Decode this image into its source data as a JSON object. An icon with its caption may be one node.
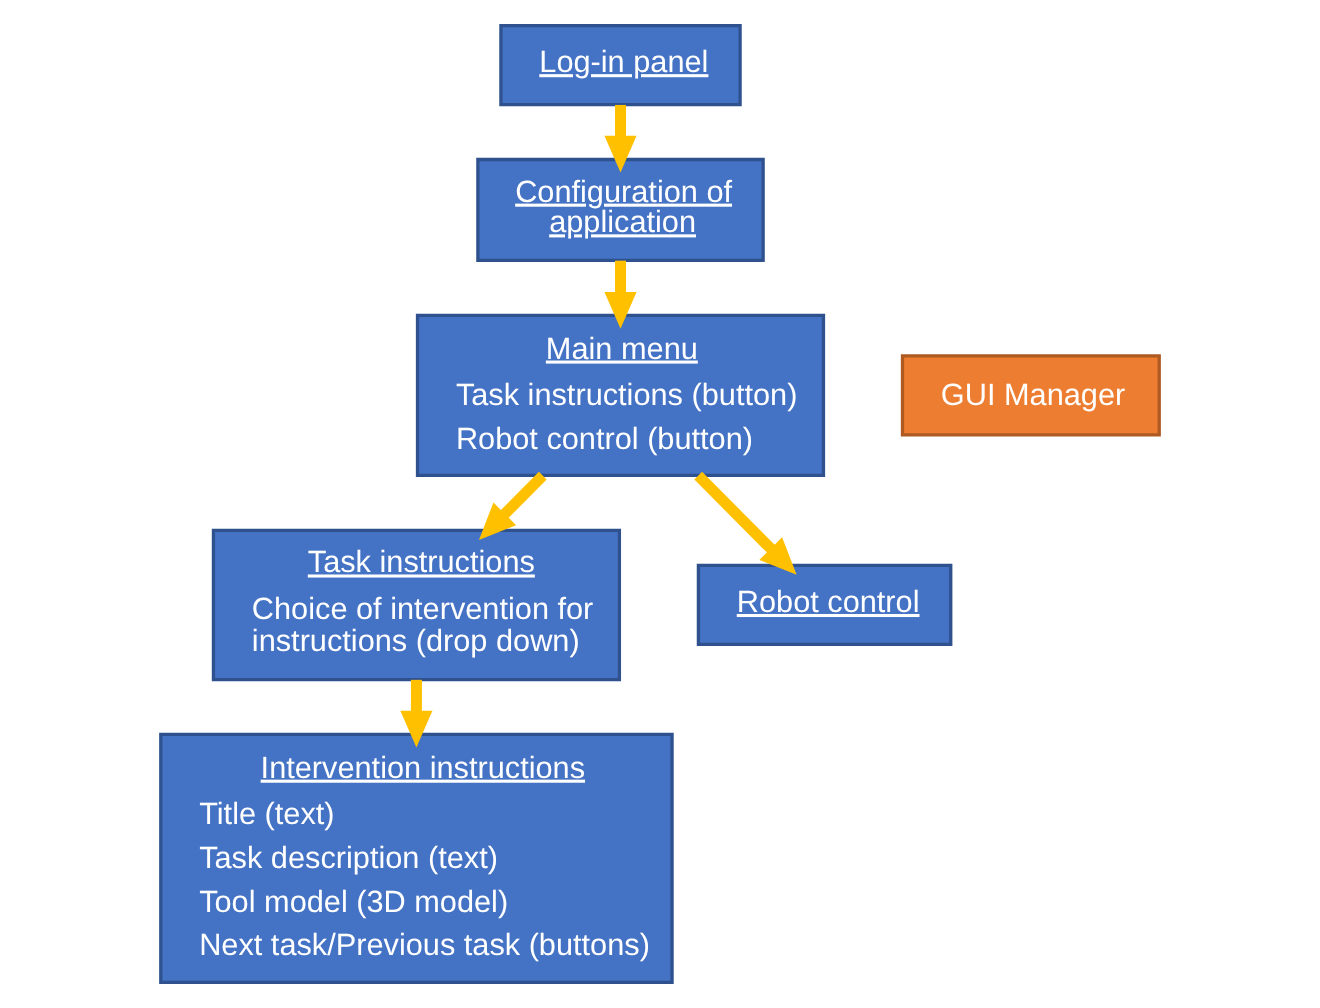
{
  "diagram": {
    "nodes": [
      {
        "text": [
          "Log-in panel"
        ]
      },
      {
        "text": [
          "Configuration of application"
        ]
      },
      {
        "text": [
          "Main menu",
          "Task instructions (button)",
          "Robot control (button)"
        ]
      },
      {
        "text": [
          "Task instructions",
          "Choice of intervention for instructions (drop down)"
        ]
      },
      {
        "text": [
          "Robot control"
        ]
      },
      {
        "text": [
          "Intervention instructions",
          "Title (text)",
          "Task description (text)",
          "Tool model (3D model)",
          "Next task/Previous task (buttons)"
        ]
      },
      {
        "text": [
          "GUI Manager"
        ]
      }
    ],
    "edges": [
      {
        "from": 0,
        "to": 1,
        "arrow": "to"
      },
      {
        "from": 1,
        "to": 2,
        "arrow": "to"
      },
      {
        "from": 2,
        "to": 3,
        "arrow": "to"
      },
      {
        "from": 2,
        "to": 4,
        "arrow": "to"
      },
      {
        "from": 3,
        "to": 5,
        "arrow": "to"
      }
    ]
  }
}
